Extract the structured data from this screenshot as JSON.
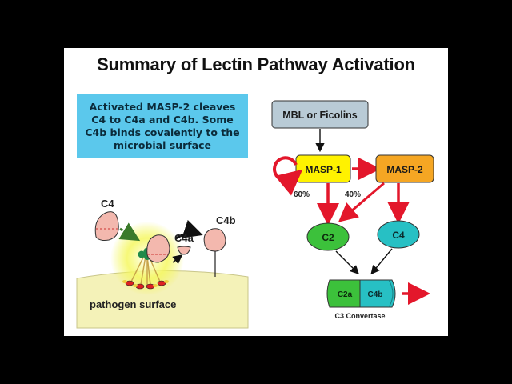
{
  "slide": {
    "title": "Summary of Lectin Pathway Activation",
    "callout": "Activated MASP-2 cleaves C4 to C4a and C4b. Some C4b binds covalently to the microbial surface"
  },
  "illustration": {
    "c4_label": "C4",
    "c4a_label": "C4a",
    "c4b_label": "C4b",
    "surface_label": "pathogen surface"
  },
  "flow": {
    "mbl_label": "MBL or Ficolins",
    "masp1_label": "MASP-1",
    "masp2_label": "MASP-2",
    "pct_60": "60%",
    "pct_40": "40%",
    "c2_label": "C2",
    "c4_label": "C4",
    "c2a_label": "C2a",
    "c4b_label": "C4b",
    "convertase_label": "C3 Convertase"
  },
  "colors": {
    "background": "#000000",
    "slide": "#ffffff",
    "callout": "#5bc8ec",
    "mbl_box": "#b9cbd6",
    "masp1_box": "#fff200",
    "masp2_box": "#f5a623",
    "c2_oval": "#3cc13b",
    "c4_oval": "#27c0c4",
    "arrow_red": "#e3172b",
    "surface": "#f4f2b8",
    "glow": "#f2f545"
  }
}
